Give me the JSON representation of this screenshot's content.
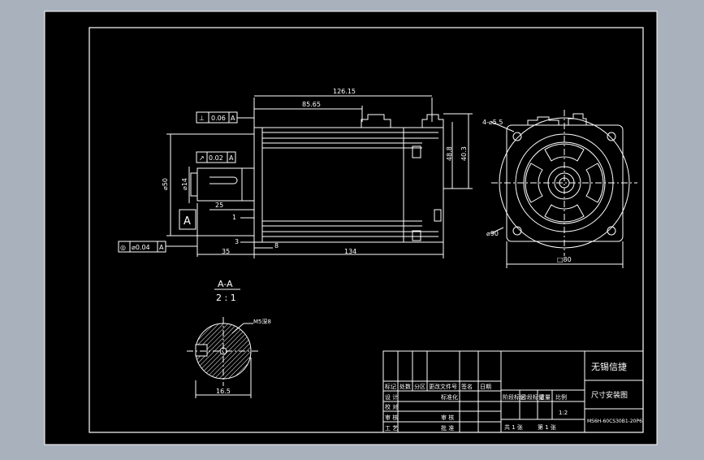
{
  "colors": {
    "canvas": "#000000",
    "stroke": "#ffffff",
    "dim": "#ffffff",
    "app_bg": "#a9b1bd"
  },
  "dims": {
    "len_total": "126.15",
    "len_body": "85.65",
    "height_48": "48.8",
    "height_40": "40.3",
    "shaft_25": "25",
    "shaft_1": "1",
    "flange_3": "3",
    "flange_8": "8",
    "left_35": "35",
    "body_134": "134",
    "dia_shaft": "⌀14",
    "dia_pilot": "⌀50",
    "holes": "4-⌀5.5",
    "circle_90": "⌀90",
    "square_80": "□80",
    "section_width": "16.5",
    "section_note": "M5深8"
  },
  "tolerances": {
    "perp": {
      "symbol": "⊥",
      "value": "0.06",
      "datum": "A"
    },
    "runout": {
      "symbol": "↗",
      "value": "0.02",
      "datum": "A"
    },
    "concentric": {
      "symbol": "◎",
      "value": "⌀0.04",
      "datum": "A"
    },
    "datum_label": "A"
  },
  "section": {
    "title": "A-A",
    "scale": "2 : 1"
  },
  "title_block": {
    "company": "无锡信捷",
    "drawing_title": "尺寸安装图",
    "drawing_no": "MS6H-60CS30B1-20P6",
    "header": [
      "标记",
      "处数",
      "分区",
      "更改文件号",
      "签名",
      "日期"
    ],
    "rows": [
      "设 计",
      "校 对",
      "审 核",
      "工 艺"
    ],
    "std": "标准化",
    "approve": "批 准",
    "approve2": "审 核",
    "stage_labels": [
      "阶段标记",
      "重量",
      "比例"
    ],
    "ratio": "1:2",
    "sheets": "共 1 张",
    "sheet_no": "第 1 张"
  }
}
